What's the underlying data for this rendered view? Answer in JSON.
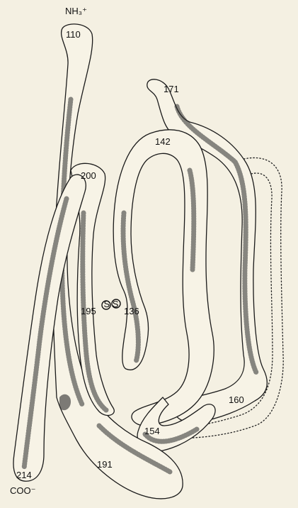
{
  "terminal_labels": {
    "n_terminus": "NH₃⁺",
    "c_terminus": "COO⁻"
  },
  "residue_labels": {
    "r110": "110",
    "r200": "200",
    "r171": "171",
    "r142": "142",
    "r195": "195",
    "r136": "136",
    "r160": "160",
    "r154": "154",
    "r191": "191",
    "r214": "214"
  },
  "disulfide": {
    "label": "S S"
  },
  "colors": {
    "paper": "#f4f0e2",
    "ink": "#1a1a1a",
    "tube_fill": "#f7f3e6"
  }
}
